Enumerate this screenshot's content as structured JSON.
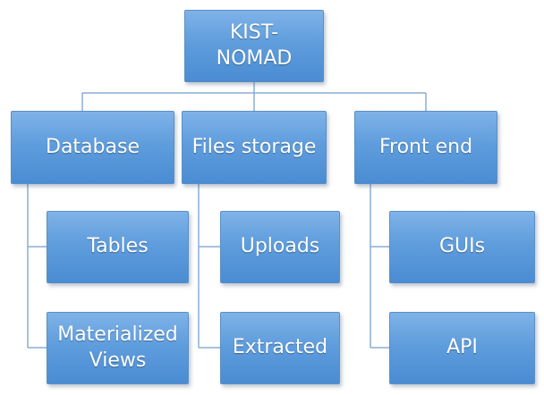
{
  "root": {
    "label": "KIST-\nNOMAD"
  },
  "branches": [
    {
      "label": "Database",
      "children": [
        "Tables",
        "Materialized\nViews"
      ]
    },
    {
      "label": "Files storage",
      "children": [
        "Uploads",
        "Extracted"
      ]
    },
    {
      "label": "Front end",
      "children": [
        "GUIs",
        "API"
      ]
    }
  ],
  "colors": {
    "box_top": "#7fb3e8",
    "box_bottom": "#4a8cd2",
    "box_border": "#5b8fc5",
    "connector": "#8aaed4",
    "text": "#ffffff"
  }
}
